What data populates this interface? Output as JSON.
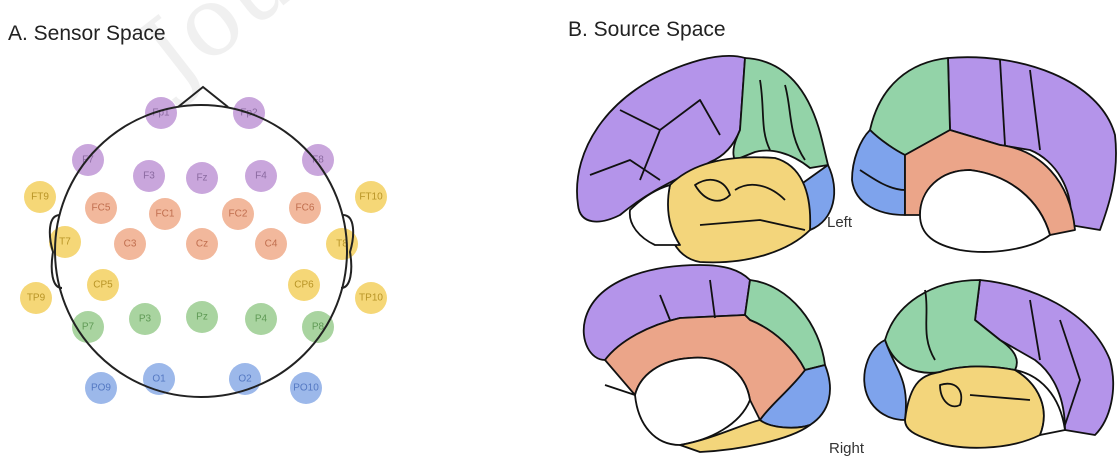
{
  "panels": {
    "sensor": {
      "title": "A. Sensor Space"
    },
    "source": {
      "title": "B. Source Space"
    }
  },
  "hemispheres": {
    "left": "Left",
    "right": "Right"
  },
  "watermark": "Journ",
  "colors": {
    "frontal": "#c9a6dc",
    "frontocentral": "#f2b89c",
    "temporal": "#f5d777",
    "parietal": "#a9d4a0",
    "occipital": "#9cb8ea",
    "purple_region": "#b494ea",
    "green_region": "#93d3a8",
    "salmon_region": "#eba589",
    "yellow_region": "#f3d57b",
    "blue_region": "#7ea3ec"
  },
  "electrodes": [
    {
      "id": "Fp1",
      "label": "Fp1",
      "group": "frontal"
    },
    {
      "id": "Fp2",
      "label": "Fp2",
      "group": "frontal"
    },
    {
      "id": "F7",
      "label": "F7",
      "group": "frontal"
    },
    {
      "id": "F3",
      "label": "F3",
      "group": "frontal"
    },
    {
      "id": "Fz",
      "label": "Fz",
      "group": "frontal"
    },
    {
      "id": "F4",
      "label": "F4",
      "group": "frontal"
    },
    {
      "id": "F8",
      "label": "F8",
      "group": "frontal"
    },
    {
      "id": "FT9",
      "label": "FT9",
      "group": "temporal"
    },
    {
      "id": "FC5",
      "label": "FC5",
      "group": "frontocentral"
    },
    {
      "id": "FC1",
      "label": "FC1",
      "group": "frontocentral"
    },
    {
      "id": "FC2",
      "label": "FC2",
      "group": "frontocentral"
    },
    {
      "id": "FC6",
      "label": "FC6",
      "group": "frontocentral"
    },
    {
      "id": "FT10",
      "label": "FT10",
      "group": "temporal"
    },
    {
      "id": "T7",
      "label": "T7",
      "group": "temporal"
    },
    {
      "id": "C3",
      "label": "C3",
      "group": "frontocentral"
    },
    {
      "id": "Cz",
      "label": "Cz",
      "group": "frontocentral"
    },
    {
      "id": "C4",
      "label": "C4",
      "group": "frontocentral"
    },
    {
      "id": "T8",
      "label": "T8",
      "group": "temporal"
    },
    {
      "id": "TP9",
      "label": "TP9",
      "group": "temporal"
    },
    {
      "id": "CP5",
      "label": "CP5",
      "group": "temporal"
    },
    {
      "id": "CP6",
      "label": "CP6",
      "group": "temporal"
    },
    {
      "id": "TP10",
      "label": "TP10",
      "group": "temporal"
    },
    {
      "id": "P7",
      "label": "P7",
      "group": "parietal"
    },
    {
      "id": "P3",
      "label": "P3",
      "group": "parietal"
    },
    {
      "id": "Pz",
      "label": "Pz",
      "group": "parietal"
    },
    {
      "id": "P4",
      "label": "P4",
      "group": "parietal"
    },
    {
      "id": "P8",
      "label": "P8",
      "group": "parietal"
    },
    {
      "id": "PO9",
      "label": "PO9",
      "group": "occipital"
    },
    {
      "id": "O1",
      "label": "O1",
      "group": "occipital"
    },
    {
      "id": "O2",
      "label": "O2",
      "group": "occipital"
    },
    {
      "id": "PO10",
      "label": "PO10",
      "group": "occipital"
    }
  ]
}
